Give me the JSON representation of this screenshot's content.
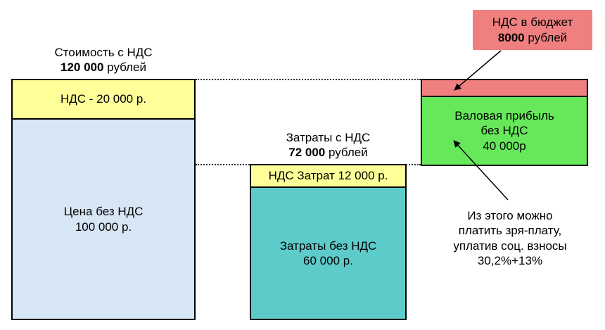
{
  "colors": {
    "vat_yellow": "#ffff99",
    "price_blue": "#d6e6f4",
    "cost_teal": "#5ecbcb",
    "profit_green": "#66e85a",
    "budget_red": "#f08080",
    "border": "#000000"
  },
  "left_column": {
    "caption": {
      "line1": "Стоимость с НДС",
      "amount": "120 000",
      "unit": " рублей"
    },
    "vat_box": "НДС - 20 000 р.",
    "net_box": {
      "line1": "Цена без НДС",
      "line2": "100 000 р."
    }
  },
  "middle_column": {
    "caption": {
      "line1": "Затраты с НДС",
      "amount": "72 000",
      "unit": " рублей"
    },
    "vat_box": "НДС Затрат 12 000 р.",
    "net_box": {
      "line1": "Затраты без НДС",
      "line2": "60 000 р."
    }
  },
  "right_column": {
    "budget_box": {
      "line1": "НДС в бюджет",
      "amount": "8000",
      "unit": " рублей"
    },
    "profit_box": {
      "line1": "Валовая прибыль",
      "line2": "без НДС",
      "line3": "40 000р"
    },
    "note": {
      "line1": "Из этого можно",
      "line2": "платить зря-плату,",
      "line3": "уплатив соц. взносы",
      "line4": "30,2%+13%"
    }
  }
}
